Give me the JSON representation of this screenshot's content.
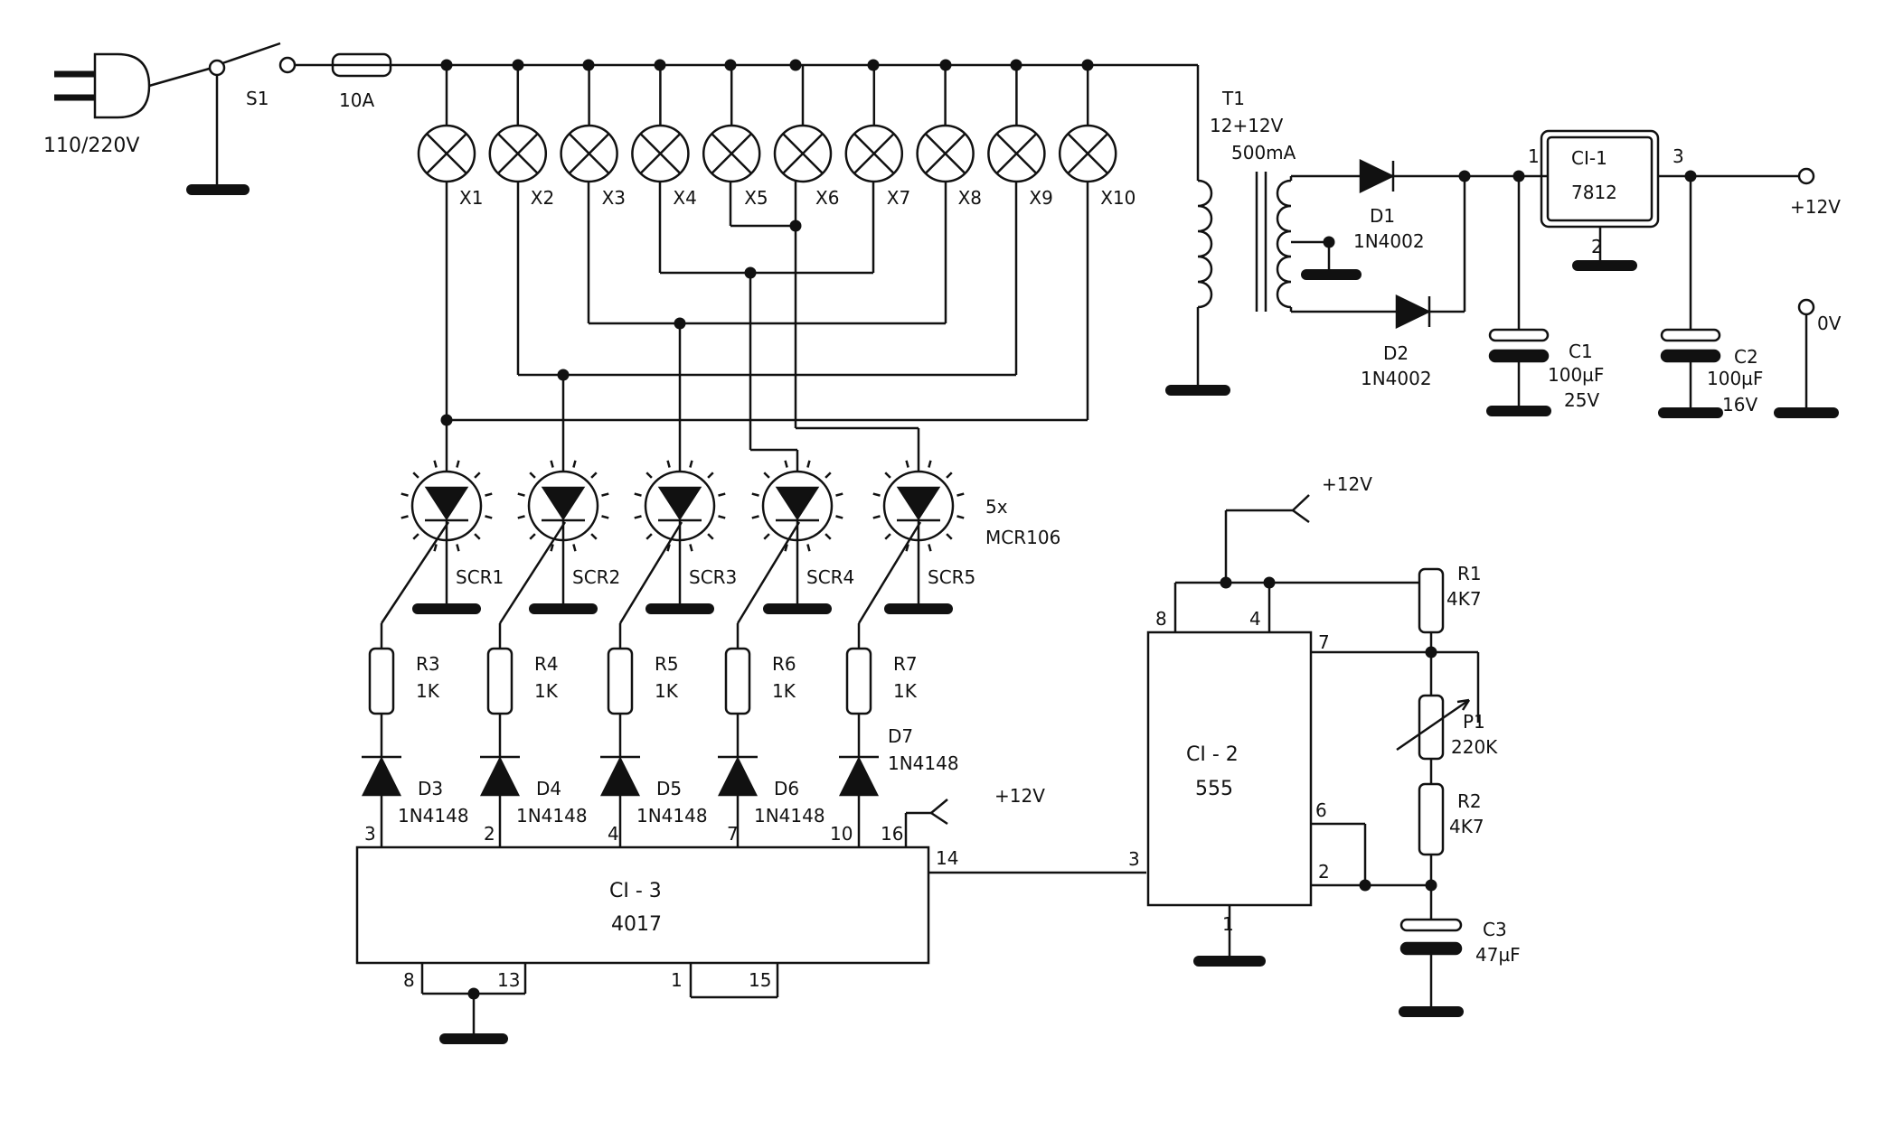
{
  "power": {
    "mains": "110/220V",
    "switch": "S1",
    "fuse": "10A"
  },
  "lamps": [
    "X1",
    "X2",
    "X3",
    "X4",
    "X5",
    "X6",
    "X7",
    "X8",
    "X9",
    "X10"
  ],
  "transformer": {
    "name": "T1",
    "rating": "12+12V",
    "current": "500mA"
  },
  "diodes_rect": [
    {
      "name": "D1",
      "part": "1N4002"
    },
    {
      "name": "D2",
      "part": "1N4002"
    }
  ],
  "regulator": {
    "name": "CI-1",
    "part": "7812",
    "pin_in": "1",
    "pin_gnd": "2",
    "pin_out": "3"
  },
  "caps": {
    "c1": {
      "name": "C1",
      "value": "100µF",
      "voltage": "25V"
    },
    "c2": {
      "name": "C2",
      "value": "100µF",
      "voltage": "16V"
    },
    "c3": {
      "name": "C3",
      "value": "47µF"
    }
  },
  "outputs": {
    "plus12": "+12V",
    "zero": "0V"
  },
  "scrs": [
    "SCR1",
    "SCR2",
    "SCR3",
    "SCR4",
    "SCR5"
  ],
  "scr_part": {
    "count": "5x",
    "part": "MCR106"
  },
  "resistors_gate": [
    {
      "name": "R3",
      "value": "1K"
    },
    {
      "name": "R4",
      "value": "1K"
    },
    {
      "name": "R5",
      "value": "1K"
    },
    {
      "name": "R6",
      "value": "1K"
    },
    {
      "name": "R7",
      "value": "1K"
    }
  ],
  "diodes_gate": [
    {
      "name": "D3",
      "part": "1N4148"
    },
    {
      "name": "D4",
      "part": "1N4148"
    },
    {
      "name": "D5",
      "part": "1N4148"
    },
    {
      "name": "D6",
      "part": "1N4148"
    },
    {
      "name": "D7",
      "part": "1N4148"
    }
  ],
  "ci3": {
    "name": "CI - 3",
    "part": "4017",
    "pins": [
      "3",
      "2",
      "4",
      "7",
      "10",
      "16",
      "14",
      "8",
      "13",
      "1",
      "15"
    ]
  },
  "ci2": {
    "name": "CI - 2",
    "part": "555",
    "pins": [
      "8",
      "4",
      "7",
      "6",
      "2",
      "3",
      "1"
    ]
  },
  "timing": {
    "r1": {
      "name": "R1",
      "value": "4K7"
    },
    "p1": {
      "name": "P1",
      "value": "220K"
    },
    "r2": {
      "name": "R2",
      "value": "4K7"
    }
  },
  "supply_label": "+12V"
}
